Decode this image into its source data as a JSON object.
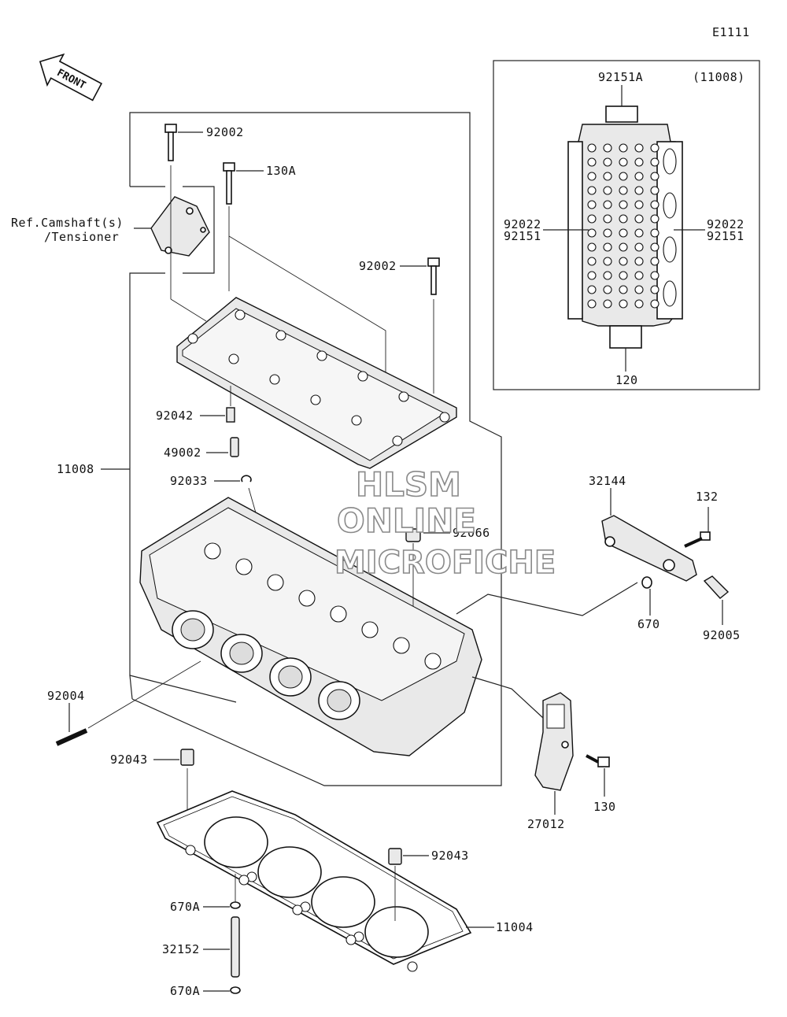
{
  "page_code": "E1111",
  "front_label": "FRONT",
  "inset": {
    "title": "(11008)",
    "labels": {
      "top": "92151A",
      "left_1": "92022",
      "left_2": "92151",
      "right_1": "92022",
      "right_2": "92151",
      "bottom": "120"
    }
  },
  "labels": {
    "ref_line1": "Ref.Camshaft(s)",
    "ref_line2": "/Tensioner",
    "bolt_92002_a": "92002",
    "bolt_130A": "130A",
    "bolt_92002_b": "92002",
    "dowel_92042": "92042",
    "valve_49002": "49002",
    "clip_92033": "92033",
    "head_11008": "11008",
    "cap_92066": "92066",
    "pipe_32144": "32144",
    "bolt_132": "132",
    "oring_670": "670",
    "fitting_92005": "92005",
    "stud_92004": "92004",
    "dowel_92043_a": "92043",
    "dowel_92043_b": "92043",
    "bracket_27012": "27012",
    "bolt_130": "130",
    "oring_670A_a": "670A",
    "pipe_32152": "32152",
    "oring_670A_b": "670A",
    "gasket_11004": "11004"
  },
  "watermark": {
    "line1": "HLSM",
    "line2": "ONLINE",
    "line3": "MICROFICHE"
  }
}
